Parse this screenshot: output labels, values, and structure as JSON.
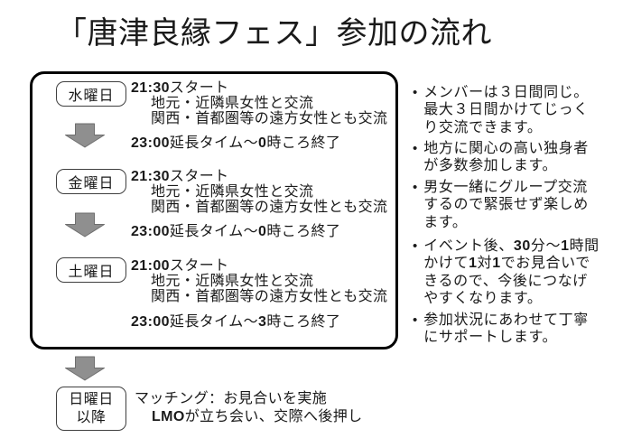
{
  "title": "「唐津良縁フェス」参加の流れ",
  "schedule": {
    "days": [
      {
        "label": "水曜日",
        "start": "21:30スタート",
        "detail1": "地元・近隣県女性と交流",
        "detail2": "関西・首都圏等の遠方女性とも交流",
        "end": "23:00延長タイム～0時ころ終了"
      },
      {
        "label": "金曜日",
        "start": "21:30スタート",
        "detail1": "地元・近隣県女性と交流",
        "detail2": "関西・首都圏等の遠方女性とも交流",
        "end": "23:00延長タイム～0時ころ終了"
      },
      {
        "label": "土曜日",
        "start": "21:00スタート",
        "detail1": "地元・近隣県女性と交流",
        "detail2": "関西・首都圏等の遠方女性とも交流",
        "end": "23:00延長タイム～3時ころ終了"
      }
    ],
    "final": {
      "label_line1": "日曜日",
      "label_line2": "以降",
      "line1": "マッチング：お見合いを実施",
      "line2": "LMOが立ち会い、交際へ後押し"
    }
  },
  "notes": {
    "bullet_char": "•",
    "bullets": [
      {
        "lines": [
          "メンバーは３日間同じ。",
          "最大３日間かけてじっく",
          "り交流できます。"
        ]
      },
      {
        "lines": [
          "地方に関心の高い独身者",
          "が多数参加します。"
        ]
      },
      {
        "lines": [
          "男女一緒にグループ交流",
          "するので緊張せず楽しめ",
          "ます。"
        ]
      },
      {
        "lines": [
          "イベント後、30分～1時間",
          "かけて1対1でお見合いで",
          "きるので、今後につなげ",
          "やすくなります。"
        ]
      },
      {
        "lines": [
          "参加状況にあわせて丁寧",
          "にサポートします。"
        ]
      }
    ]
  },
  "colors": {
    "text": "#1a1a1a",
    "box_border": "#000000",
    "chip_border": "#3f3f3f",
    "arrow_fill": "#8f8f8f",
    "arrow_stroke": "#6e6e6e",
    "background": "#ffffff"
  }
}
